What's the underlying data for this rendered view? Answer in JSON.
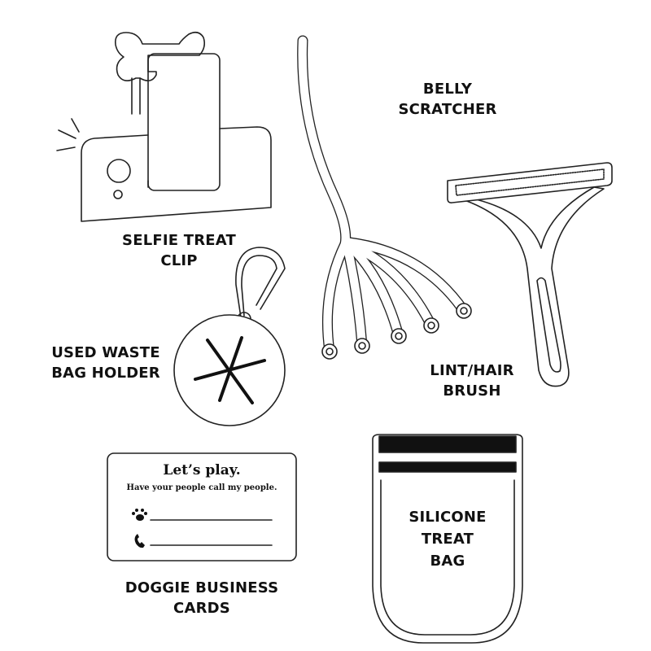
{
  "products": [
    {
      "name": "SELFIE TREAT CLIP",
      "lines": [
        "SELFIE TREAT",
        "CLIP"
      ]
    },
    {
      "name": "BELLY SCRATCHER",
      "lines": [
        "BELLY",
        "SCRATCHER"
      ]
    },
    {
      "name": "LINT/HAIR BRUSH",
      "lines": [
        "LINT/HAIR",
        "BRUSH"
      ]
    },
    {
      "name": "USED WASTE BAG HOLDER",
      "lines": [
        "USED WASTE",
        "BAG HOLDER"
      ]
    },
    {
      "name": "DOGGIE BUSINESS CARDS",
      "lines": [
        "DOGGIE BUSINESS",
        "CARDS"
      ]
    },
    {
      "name": "SILICONE TREAT BAG",
      "lines": [
        "SILICONE",
        "TREAT",
        "BAG"
      ]
    }
  ],
  "business_card": {
    "title": "Let’s play.",
    "subtitle": "Have your people call my people.",
    "icons": [
      "paw-icon",
      "phone-icon"
    ]
  },
  "colors": {
    "stroke": "#111111",
    "background": "#ffffff"
  }
}
